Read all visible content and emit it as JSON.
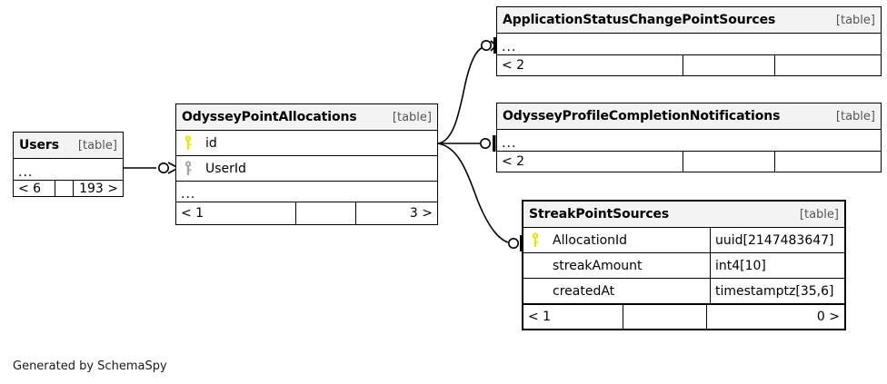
{
  "diagram": {
    "generator_note": "Generated by SchemaSpy",
    "table_tag": "[table]",
    "ellipsis": "..."
  },
  "tables": {
    "users": {
      "name": "Users",
      "tag": "[table]",
      "rows": [
        {
          "kind": "ellipsis",
          "text": "..."
        }
      ],
      "footer": [
        "< 6",
        "",
        "193 >"
      ]
    },
    "odyssey_point_allocations": {
      "name": "OdysseyPointAllocations",
      "tag": "[table]",
      "rows": [
        {
          "kind": "column",
          "key": "primary",
          "name": "id",
          "type": ""
        },
        {
          "kind": "column",
          "key": "foreign",
          "name": "UserId",
          "type": ""
        },
        {
          "kind": "ellipsis",
          "text": "..."
        }
      ],
      "footer": [
        "< 1",
        "",
        "3 >"
      ]
    },
    "application_status_change_point_sources": {
      "name": "ApplicationStatusChangePointSources",
      "tag": "[table]",
      "rows": [
        {
          "kind": "ellipsis",
          "text": "..."
        }
      ],
      "footer": [
        "< 2",
        "",
        ""
      ]
    },
    "odyssey_profile_completion_notifications": {
      "name": "OdysseyProfileCompletionNotifications",
      "tag": "[table]",
      "rows": [
        {
          "kind": "ellipsis",
          "text": "..."
        }
      ],
      "footer": [
        "< 2",
        "",
        ""
      ]
    },
    "streak_point_sources": {
      "name": "StreakPointSources",
      "tag": "[table]",
      "focal": true,
      "rows": [
        {
          "kind": "column",
          "key": "primary",
          "name": "AllocationId",
          "type": "uuid[2147483647]"
        },
        {
          "kind": "column",
          "key": "none",
          "name": "streakAmount",
          "type": "int4[10]"
        },
        {
          "kind": "column",
          "key": "none",
          "name": "createdAt",
          "type": "timestamptz[35,6]"
        }
      ],
      "footer": [
        "< 1",
        "",
        "0 >"
      ]
    }
  },
  "relationships": [
    {
      "from": "users",
      "to": "odyssey_point_allocations",
      "style": "straight"
    },
    {
      "from": "odyssey_point_allocations",
      "to": "application_status_change_point_sources",
      "style": "curve"
    },
    {
      "from": "odyssey_point_allocations",
      "to": "odyssey_profile_completion_notifications",
      "style": "straight"
    },
    {
      "from": "odyssey_point_allocations",
      "to": "streak_point_sources",
      "style": "curve"
    }
  ],
  "colors": {
    "primary_key": "#e6e600",
    "foreign_key": "#a6a6a6",
    "header_bg": "#f3f3f3",
    "border": "#000000",
    "background": "#ffffff"
  }
}
